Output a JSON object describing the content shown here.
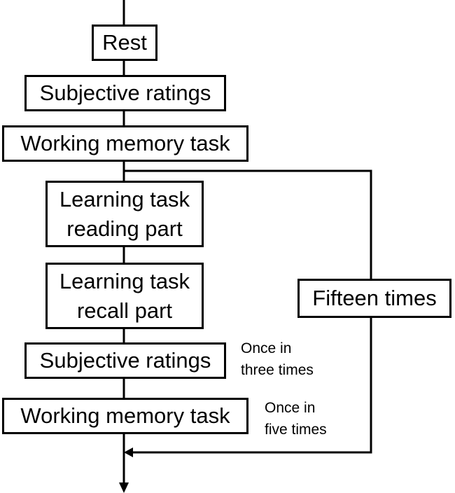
{
  "steps": {
    "rest": "Rest",
    "ratings1": "Subjective ratings",
    "wm1": "Working memory task",
    "learn_read": [
      "Learning task",
      "reading part"
    ],
    "learn_recall": [
      "Learning task",
      "recall part"
    ],
    "ratings2": "Subjective ratings",
    "wm2": "Working memory task"
  },
  "loop": {
    "label": "Fifteen times"
  },
  "notes": {
    "ratings_freq": [
      "Once in",
      "three times"
    ],
    "wm_freq": [
      "Once in",
      "five times"
    ]
  }
}
